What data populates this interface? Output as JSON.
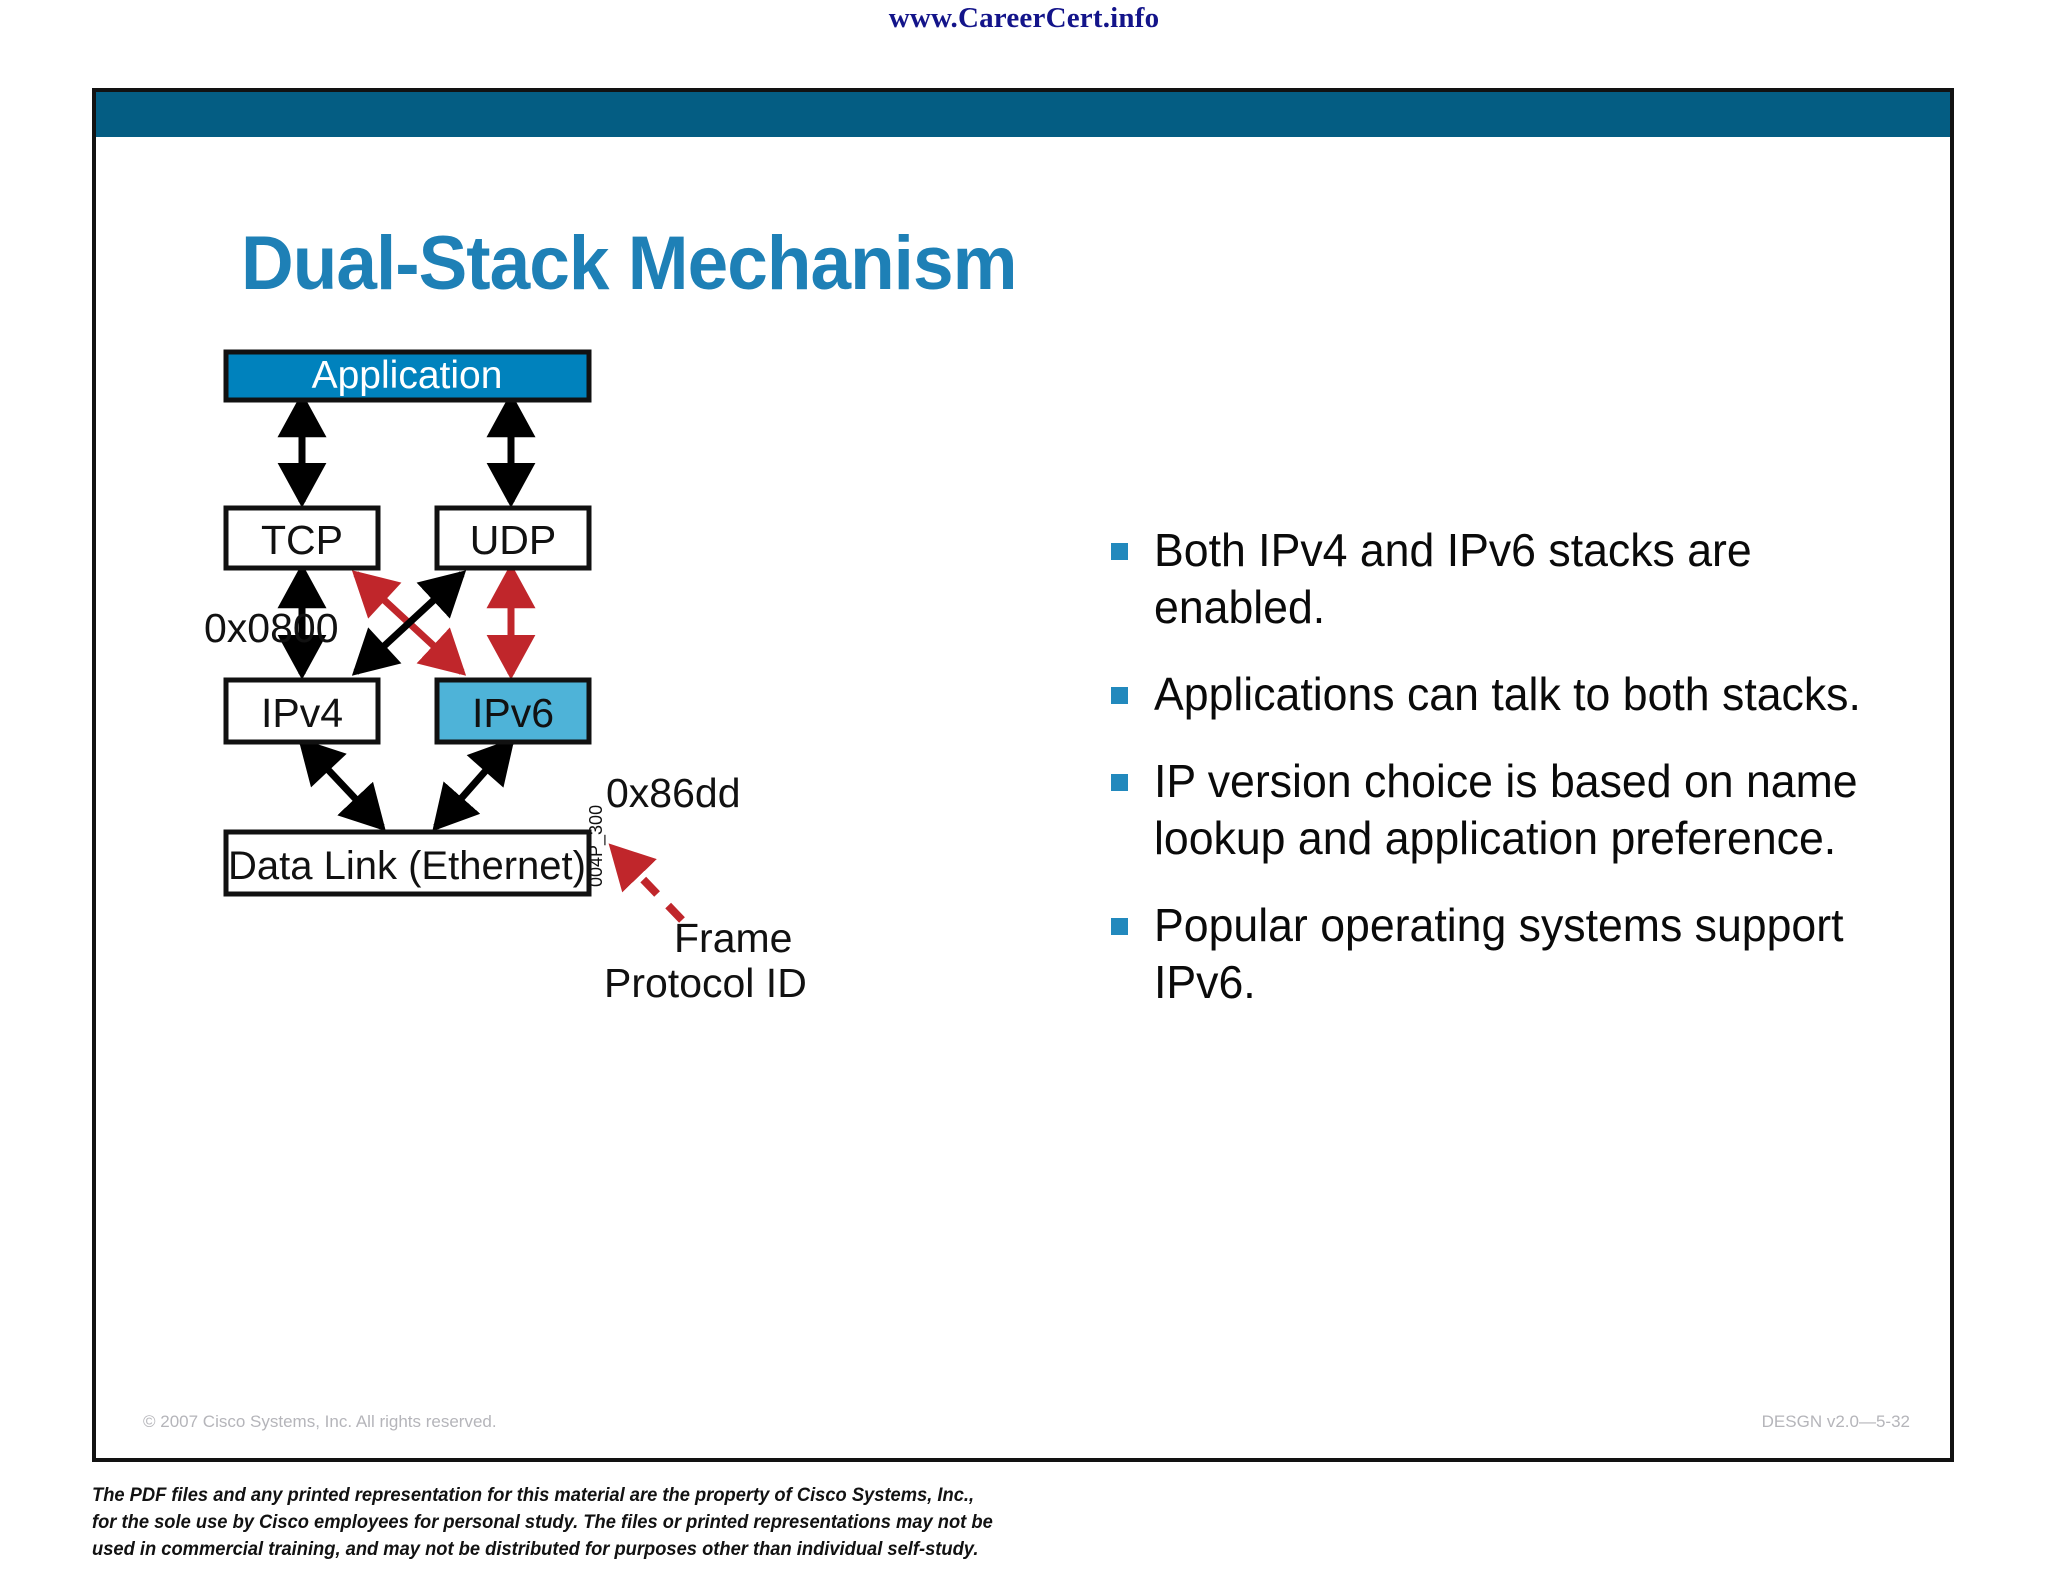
{
  "watermark": {
    "text": "www.CareerCert.info",
    "color": "#13148a"
  },
  "slide": {
    "banner_color": "#045d83",
    "title": "Dual-Stack Mechanism",
    "title_color": "#1e80b6",
    "footer": {
      "copyright": "© 2007 Cisco Systems, Inc. All rights reserved.",
      "course_id": "DESGN v2.0—5-32"
    }
  },
  "diagram": {
    "type": "protocol-stack",
    "boxes": [
      {
        "id": "application",
        "label": "Application",
        "fill": "#0082bd",
        "text_color": "#ffffff"
      },
      {
        "id": "tcp",
        "label": "TCP",
        "fill": "#ffffff",
        "text_color": "#111111"
      },
      {
        "id": "udp",
        "label": "UDP",
        "fill": "#ffffff",
        "text_color": "#111111"
      },
      {
        "id": "ipv4",
        "label": "IPv4",
        "fill": "#ffffff",
        "text_color": "#111111"
      },
      {
        "id": "ipv6",
        "label": "IPv6",
        "fill": "#4eb3d8",
        "text_color": "#111111"
      },
      {
        "id": "datalink",
        "label": "Data Link (Ethernet)",
        "fill": "#ffffff",
        "text_color": "#111111"
      }
    ],
    "labels": {
      "ipv4_ethertype": "0x0800",
      "ipv6_ethertype": "0x86dd",
      "callout_line1": "Frame",
      "callout_line2": "Protocol ID",
      "figure_id": "004P_300"
    },
    "connectors": [
      {
        "from": "application",
        "to": "tcp",
        "style": "double-arrow",
        "color": "#000000"
      },
      {
        "from": "application",
        "to": "udp",
        "style": "double-arrow",
        "color": "#000000"
      },
      {
        "from": "tcp",
        "to": "ipv4",
        "style": "double-arrow",
        "color": "#000000"
      },
      {
        "from": "tcp",
        "to": "ipv6",
        "style": "double-arrow",
        "color": "#c0262b"
      },
      {
        "from": "udp",
        "to": "ipv4",
        "style": "double-arrow",
        "color": "#000000"
      },
      {
        "from": "udp",
        "to": "ipv6",
        "style": "double-arrow",
        "color": "#c0262b"
      },
      {
        "from": "ipv4",
        "to": "datalink",
        "style": "double-arrow",
        "color": "#000000"
      },
      {
        "from": "ipv6",
        "to": "datalink",
        "style": "double-arrow",
        "color": "#000000"
      },
      {
        "from": "callout",
        "to": "ipv6_ethertype",
        "style": "dashed-arrow",
        "color": "#c0262b"
      }
    ],
    "colors": {
      "accent_dark_blue": "#0082bd",
      "accent_light_blue": "#4eb3d8",
      "red": "#c0262b",
      "outline": "#111111"
    }
  },
  "bullets": [
    "Both IPv4 and IPv6 stacks are enabled.",
    "Applications can talk to both stacks.",
    "IP version choice is based on name lookup and application preference.",
    "Popular operating systems support IPv6."
  ],
  "bullet_marker_color": "#2289bd",
  "legal": {
    "line1": "The PDF files and any printed representation for this material are the property of Cisco Systems, Inc.,",
    "line2": "for the sole use by Cisco employees for personal study. The files or printed representations may not be",
    "line3": "used in commercial training, and may not be distributed for purposes other than individual self-study."
  }
}
